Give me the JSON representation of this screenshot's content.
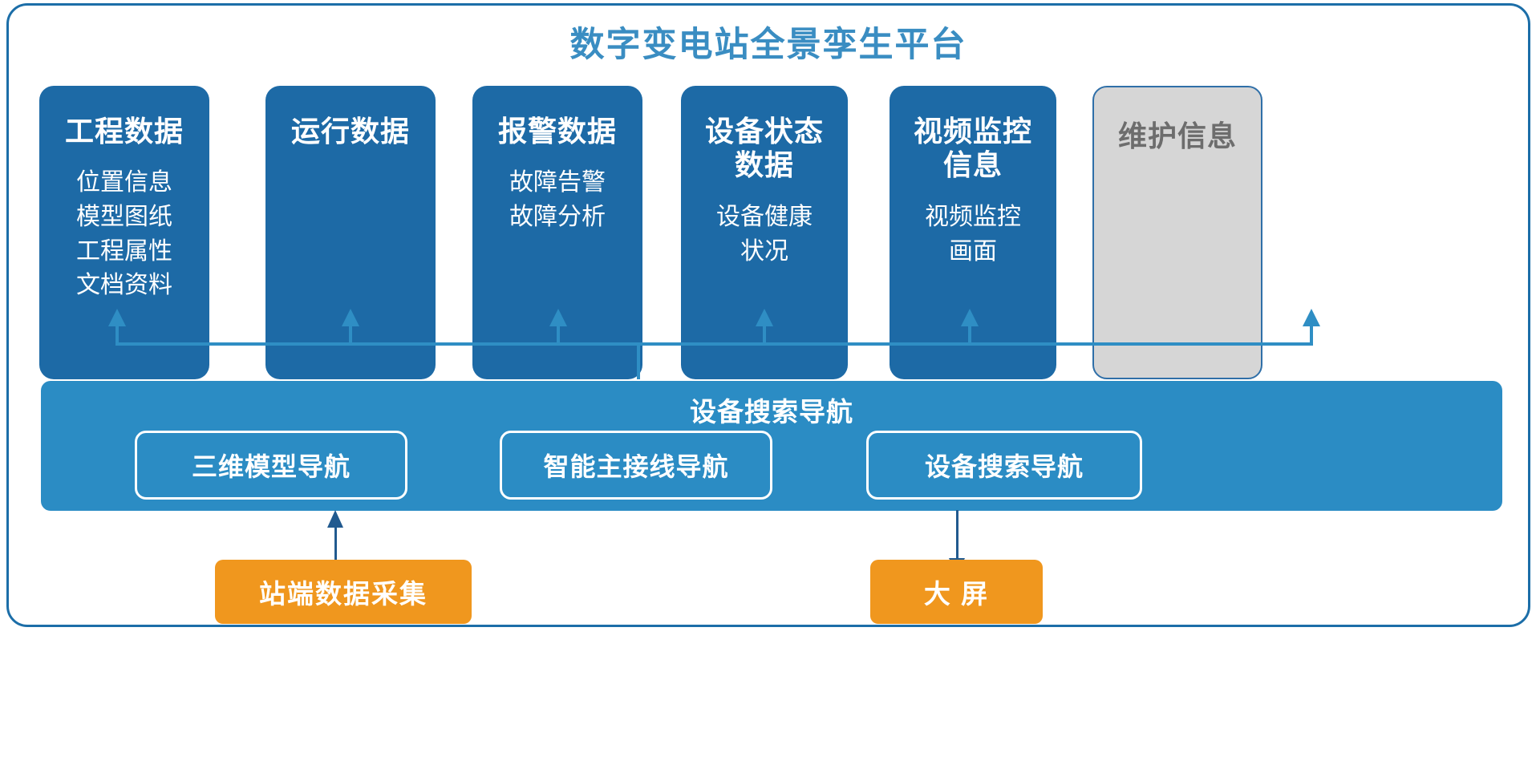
{
  "platform": {
    "title": "数字变电站全景孪生平台",
    "accent_blue": "#1d6aa6",
    "title_blue": "#3a8dc2",
    "nav_blue": "#2b8cc4",
    "arrow_blue": "#2f8ec4",
    "orange": "#f0971e",
    "muted_gray": "#d6d6d6"
  },
  "cards": [
    {
      "title": "工程数据",
      "items": [
        "位置信息",
        "模型图纸",
        "工程属性",
        "文档资料"
      ],
      "state": "active"
    },
    {
      "title": "运行数据",
      "items": [],
      "state": "active"
    },
    {
      "title": "报警数据",
      "items": [
        "故障告警",
        "故障分析"
      ],
      "state": "active"
    },
    {
      "title": "设备状态\n数据",
      "items": [
        "设备健康",
        "状况"
      ],
      "state": "active"
    },
    {
      "title": "视频监控\n信息",
      "items": [
        "视频监控",
        "画面"
      ],
      "state": "active"
    },
    {
      "title": "维护信息",
      "items": [],
      "state": "muted"
    }
  ],
  "nav": {
    "title": "设备搜索导航",
    "pills": [
      {
        "label": "三维模型导航"
      },
      {
        "label": "智能主接线导航"
      },
      {
        "label": "设备搜索导航"
      }
    ]
  },
  "bottom": {
    "left_box": "站端数据采集",
    "right_box": "大 屏"
  }
}
